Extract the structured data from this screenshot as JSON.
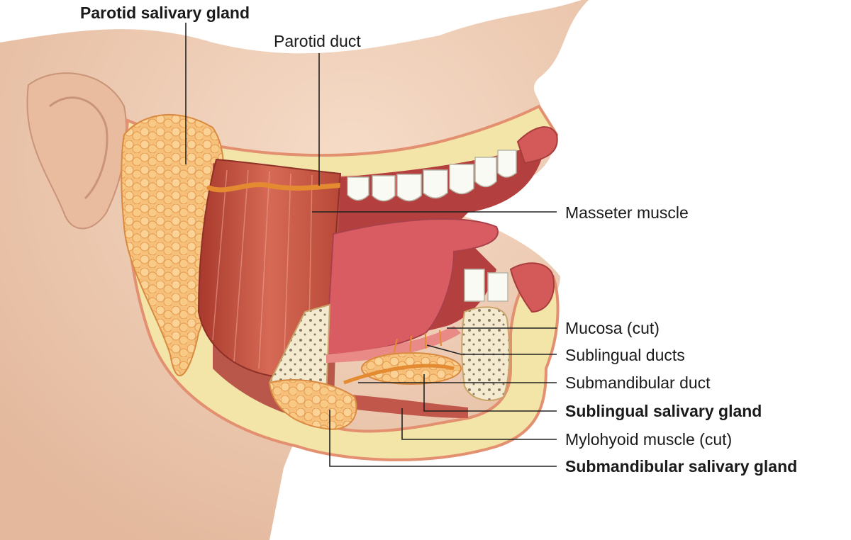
{
  "labels": {
    "parotid_gland": "Parotid salivary gland",
    "parotid_duct": "Parotid duct",
    "masseter": "Masseter muscle",
    "mucosa": "Mucosa (cut)",
    "sublingual_ducts": "Sublingual ducts",
    "submandibular_duct": "Submandibular duct",
    "sublingual_gland": "Sublingual salivary gland",
    "mylohyoid": "Mylohyoid muscle (cut)",
    "submandibular_gland": "Submandibular salivary gland"
  },
  "colors": {
    "skin": "#f1d3bd",
    "gland": "#f4b768",
    "muscle": "#c8533f",
    "mucosa": "#e98a86",
    "bone": "#f3e7bc",
    "leader": "#222222"
  }
}
